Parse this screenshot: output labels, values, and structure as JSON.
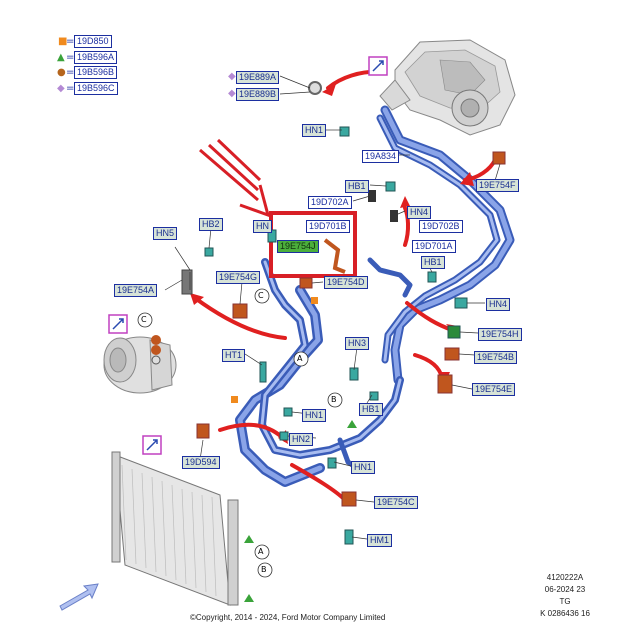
{
  "legend": [
    {
      "symbol": "■",
      "color": "#f08a1e",
      "code": "19D850"
    },
    {
      "symbol": "▲",
      "color": "#3aa33a",
      "code": "19B596A"
    },
    {
      "symbol": "●",
      "color": "#b5651d",
      "code": "19B596B"
    },
    {
      "symbol": "◆",
      "color": "#b48ad4",
      "code": "19B596C"
    }
  ],
  "labels": {
    "l19E889A": "19E889A",
    "l19E889B": "19E889B",
    "lHN1a": "HN1",
    "l19A834": "19A834",
    "l19E754F": "19E754F",
    "lHB1a": "HB1",
    "l19D702A": "19D702A",
    "lHN4a": "HN4",
    "lHN2top": "HN",
    "l19D701B": "19D701B",
    "l19D702B": "19D702B",
    "l19E754J": "19E754J",
    "l19D701A": "19D701A",
    "lHN5": "HN5",
    "lHB2": "HB2",
    "l19E754G": "19E754G",
    "l19E754D": "19E754D",
    "lHB1b": "HB1",
    "lHN4b": "HN4",
    "l19E754A": "19E754A",
    "l19E754H": "19E754H",
    "lHN3": "HN3",
    "l19E754B": "19E754B",
    "lHT1": "HT1",
    "l19E754E": "19E754E",
    "lHB1c": "HB1",
    "lHN1b": "HN1",
    "lHN2": "HN2",
    "l19D594": "19D594",
    "lHN1c": "HN1",
    "l19E754C": "19E754C",
    "lHM1": "HM1"
  },
  "callouts": {
    "a1": "A",
    "b1": "B",
    "c1": "C",
    "c2": "C",
    "a2": "A",
    "b2": "B"
  },
  "copyright": "©Copyright, 2014 - 2024, Ford Motor Company Limited",
  "doc_codes": [
    "4120222A",
    "06-2024 23",
    "TG",
    "K 0286436 16"
  ],
  "colors": {
    "pipe": "#6a8ad8",
    "pipe_dark": "#3a5cb8",
    "arrow": "#e02020",
    "highlight": "#d81f26",
    "label_border": "#1c2fa0"
  }
}
